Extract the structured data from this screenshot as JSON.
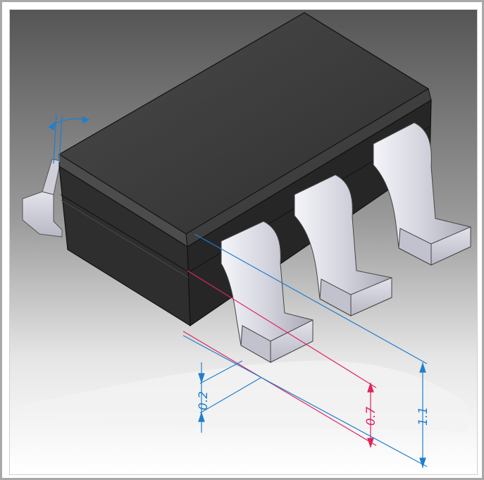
{
  "dimensions": {
    "lead_thickness": {
      "value": "0.2",
      "color": "#1f7fcf"
    },
    "lead_length": {
      "value": "0.7",
      "color": "#e0245e"
    },
    "total_span": {
      "value": "1.1",
      "color": "#1f7fcf"
    },
    "angle": {
      "value": "",
      "color": "#1f7fcf"
    }
  },
  "colors": {
    "body_top": "#3a3a3a",
    "body_side": "#2a2a2a",
    "lead": "#d9d9e3",
    "background_top": "#5a5a5a",
    "background_bottom": "#ffffff"
  }
}
